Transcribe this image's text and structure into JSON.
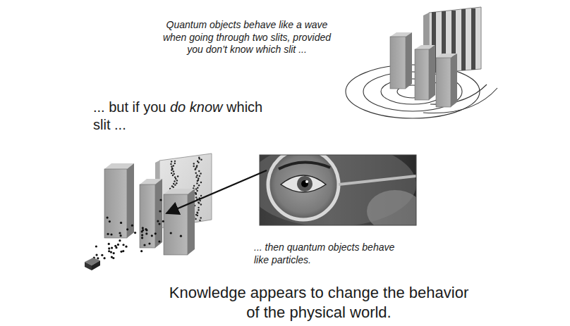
{
  "diagram": {
    "caption": "Knowledge appears to change the behavior of the physical world.",
    "labels": [
      "Quantum objects behave like a wave when going through two slits, provided you don’t know which slit ...",
      "... but if you do know which slit ...",
      "... then quantum objects behave like particles."
    ]
  }
}
